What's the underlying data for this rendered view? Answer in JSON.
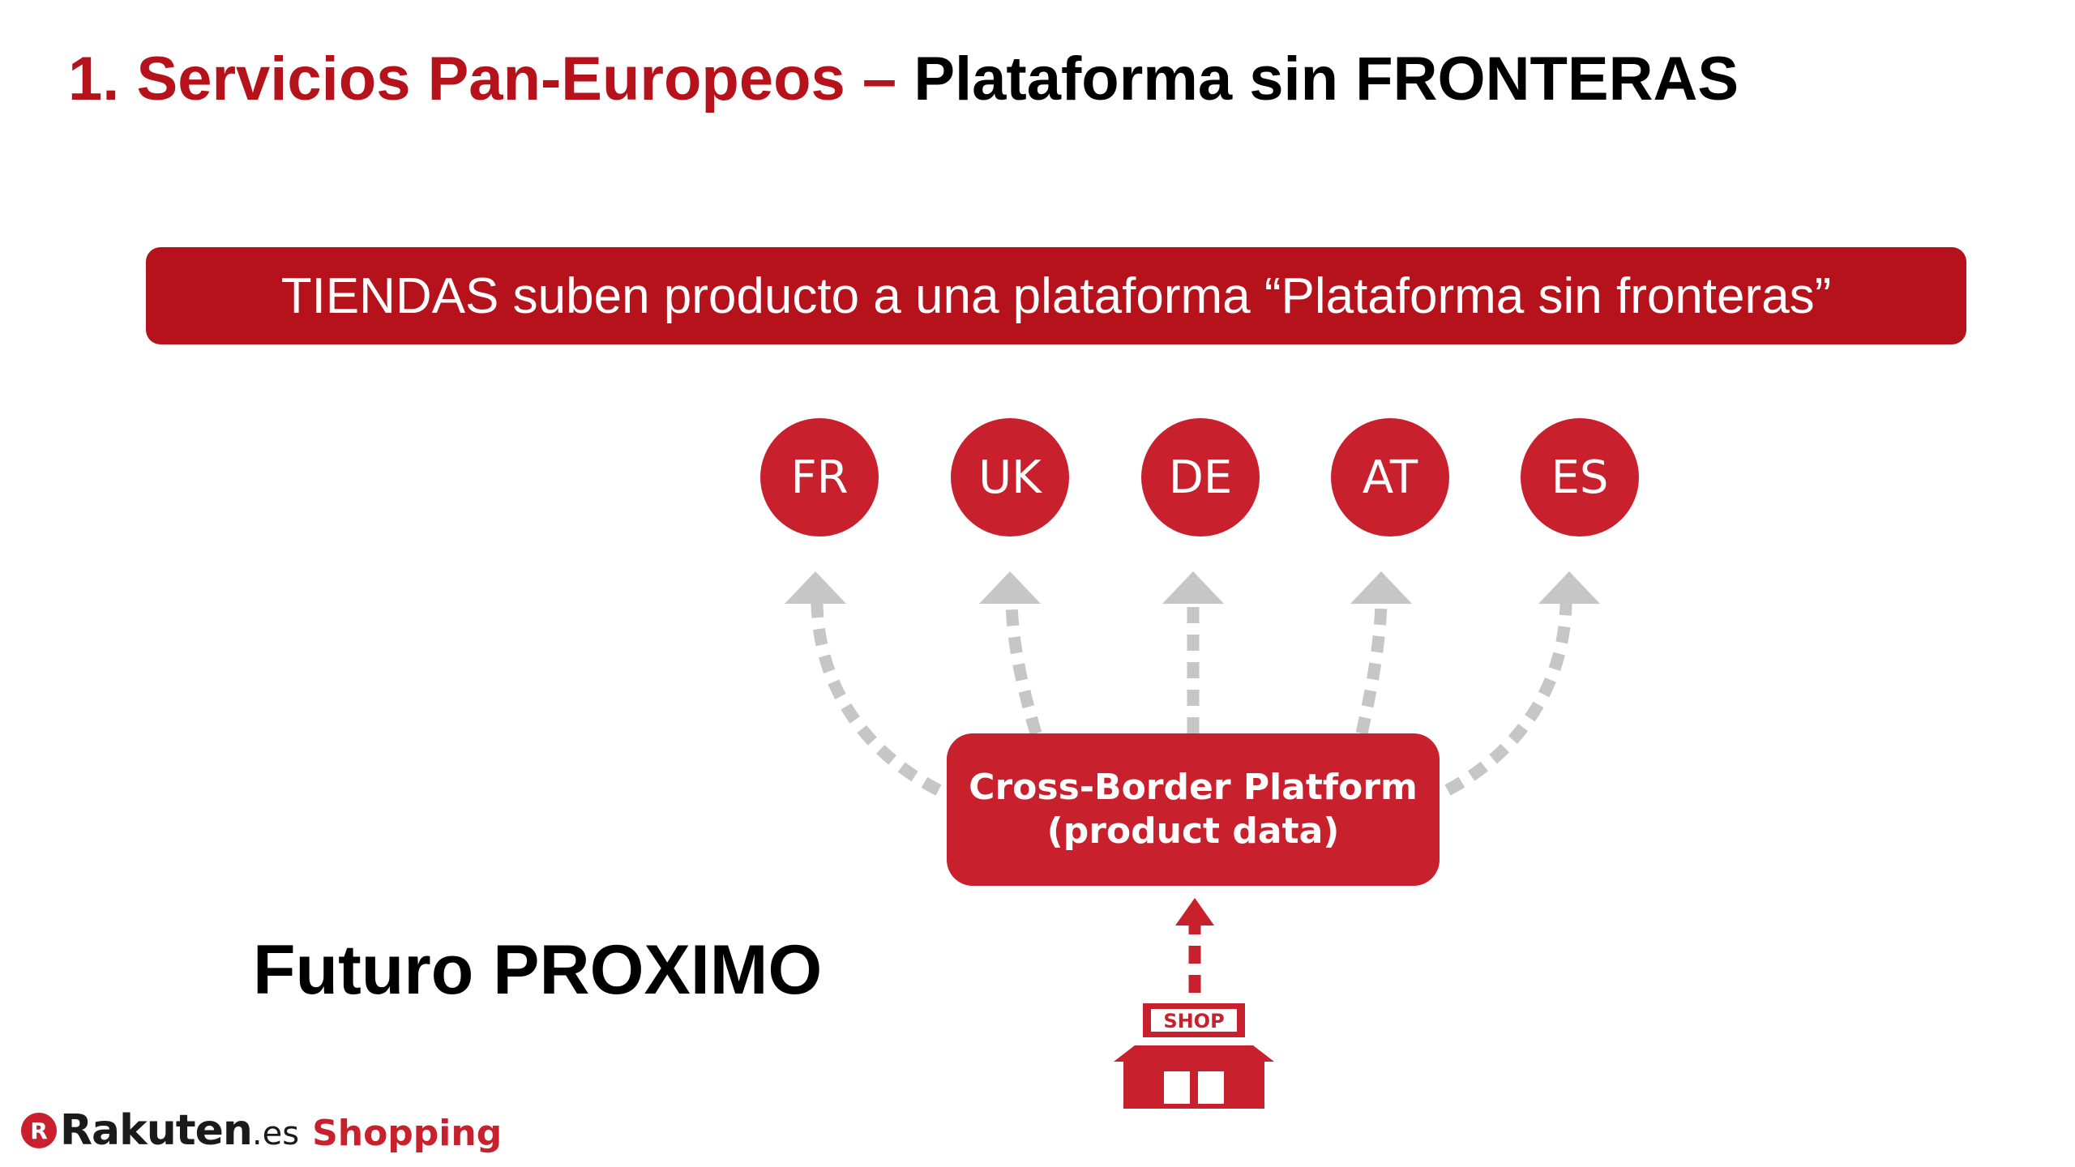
{
  "slide": {
    "title_red": "1. Servicios Pan-Europeos –",
    "title_black": "Plataforma sin FRONTERAS",
    "banner_text": "TIENDAS suben producto a una plataforma “Plataforma sin fronteras”",
    "future_label": "Futuro PROXIMO"
  },
  "diagram": {
    "countries": [
      "FR",
      "UK",
      "DE",
      "AT",
      "ES"
    ],
    "platform_line1": "Cross-Border Platform",
    "platform_line2": "(product data)",
    "shop_sign": "SHOP",
    "shop_icon": "shop-icon"
  },
  "logo": {
    "badge": "R",
    "brand": "Rakuten",
    "domain": ".es",
    "shopping": "Shopping"
  },
  "colors": {
    "accent_red": "#c8202c",
    "title_red": "#b5121b",
    "arrow_gray": "#c6c6c6"
  }
}
